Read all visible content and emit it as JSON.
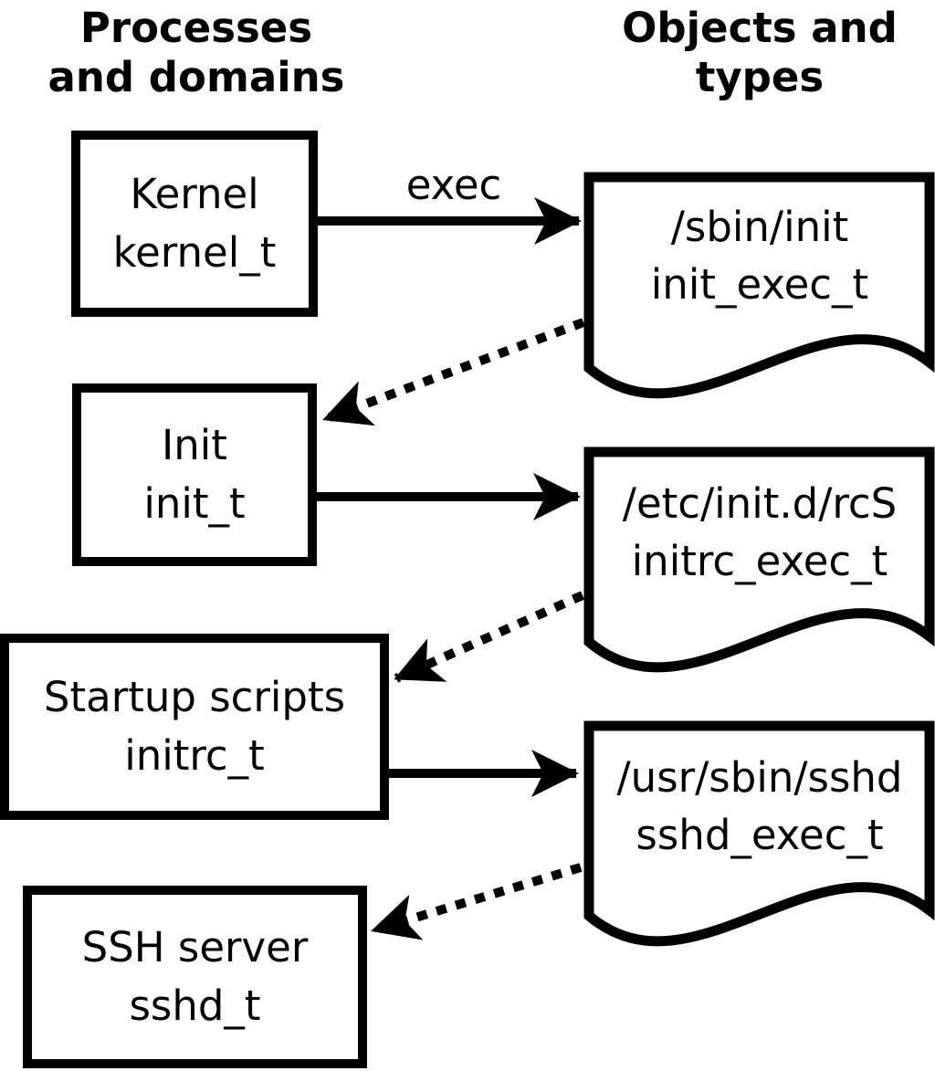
{
  "diagram": {
    "title_left": "Processes\nand domains",
    "title_right": "Objects and\ntypes",
    "exec_label": "exec",
    "processes": [
      {
        "name": "Kernel",
        "domain": "kernel_t"
      },
      {
        "name": "Init",
        "domain": "init_t"
      },
      {
        "name": "Startup scripts",
        "domain": "initrc_t"
      },
      {
        "name": "SSH server",
        "domain": "sshd_t"
      }
    ],
    "objects": [
      {
        "path": "/sbin/init",
        "type": "init_exec_t"
      },
      {
        "path": "/etc/init.d/rcS",
        "type": "initrc_exec_t"
      },
      {
        "path": "/usr/sbin/sshd",
        "type": "sshd_exec_t"
      }
    ]
  },
  "colors": {
    "foreground": "#000000",
    "background": "#ffffff"
  }
}
